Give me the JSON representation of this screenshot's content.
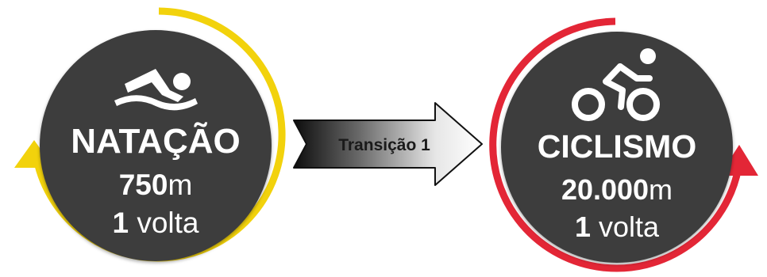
{
  "colors": {
    "circle_fill": "#3d3d3d",
    "swim_ring": "#f2d20c",
    "bike_ring": "#e32636",
    "text": "#ffffff",
    "arrow_dark": "#111111",
    "arrow_light": "#ffffff",
    "arrow_text": "#1a1a1a"
  },
  "swim": {
    "icon": "swimmer-icon",
    "title": "NATAÇÃO",
    "distance_value": "750",
    "distance_unit": "m",
    "laps_value": "1",
    "laps_unit": " volta"
  },
  "transition": {
    "label": "Transição 1"
  },
  "bike": {
    "icon": "bicycle-icon",
    "title": "CICLISMO",
    "distance_value": "20.000",
    "distance_unit": "m",
    "laps_value": "1",
    "laps_unit": " volta"
  }
}
